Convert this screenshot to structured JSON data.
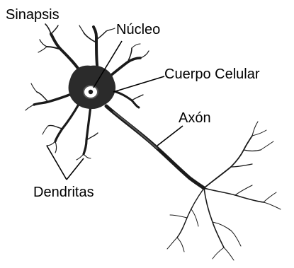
{
  "labels": {
    "sinapsis": "Sinapsis",
    "nucleo": "Núcleo",
    "cuerpo_celular": "Cuerpo Celular",
    "axon": "Axón",
    "dendritas": "Dendritas"
  },
  "colors": {
    "ink": "#1a1a1a",
    "soma": "#2b2b2b",
    "leader_line": "#000000",
    "background": "#ffffff"
  }
}
